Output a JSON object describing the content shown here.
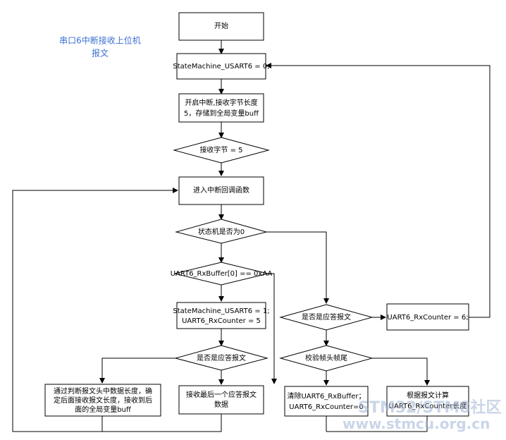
{
  "title": {
    "line1": "串口6中断接收上位机",
    "line2": "报文"
  },
  "nodes": {
    "start": "开始",
    "init_state": "StateMachine_USART6 = 0;",
    "enable_irq": {
      "line1": "开启中断,接收字节长度",
      "line2": "5，存储到全局变量buff"
    },
    "recv_bytes": "接收字节 = 5",
    "enter_callback": "进入中断回调函数",
    "state_zero": "状态机是否为0",
    "buffer_check": "UART6_RxBuffer[0] == 0xAA",
    "set_state": {
      "line1": "StateMachine_USART6 = 1;",
      "line2": "UART6_RxCounter = 5"
    },
    "is_reply_left": "是否是应答报文",
    "parse_len": {
      "line1": "通过判断报文头中数据长度，确",
      "line2": "定后面接收报文长度，接收到后",
      "line3": "面的全局变量buff"
    },
    "recv_last": {
      "line1": "接收最后一个应答报文",
      "line2": "数据"
    },
    "is_reply_right": "是否是应答报文",
    "set_counter": "UART6_RxCounter = 6;",
    "check_frame": "校验帧头帧尾",
    "clear_buffer": {
      "line1": "清除UART6_RxBuffer；",
      "line2": "UART6_RxCounter=0"
    },
    "calc": {
      "line1": "根据报文计算",
      "line2": "UART6_RxCounter长度"
    }
  },
  "watermark": {
    "line1": "STM32/STM8社区",
    "line2": "www.stmcu.org.cn"
  }
}
